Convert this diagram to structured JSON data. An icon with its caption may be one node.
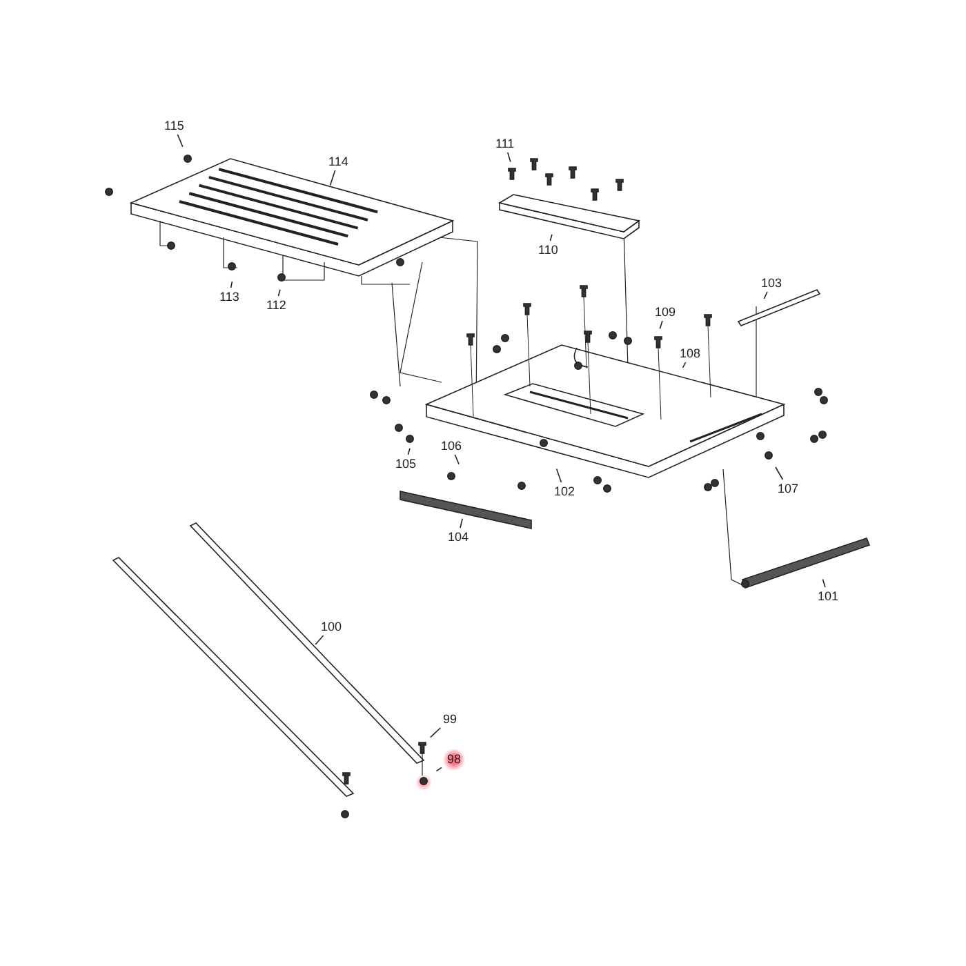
{
  "diagram": {
    "nodes": [
      {
        "text": [
          "115"
        ]
      },
      {
        "text": [
          "111"
        ]
      },
      {
        "text": [
          "114"
        ]
      },
      {
        "text": [
          "110"
        ]
      },
      {
        "text": [
          "103"
        ]
      },
      {
        "text": [
          "113"
        ]
      },
      {
        "text": [
          "112"
        ]
      },
      {
        "text": [
          "109"
        ]
      },
      {
        "text": [
          "108"
        ]
      },
      {
        "text": [
          "106"
        ]
      },
      {
        "text": [
          "105"
        ]
      },
      {
        "text": [
          "102"
        ]
      },
      {
        "text": [
          "107"
        ]
      },
      {
        "text": [
          "104"
        ]
      },
      {
        "text": [
          "101"
        ]
      },
      {
        "text": [
          "100"
        ]
      },
      {
        "text": [
          "99"
        ]
      },
      {
        "text": [
          "98"
        ]
      }
    ],
    "edges": [
      {
        "from": 0,
        "to": null,
        "arrow": "none"
      },
      {
        "from": 1,
        "to": null,
        "arrow": "none"
      },
      {
        "from": 2,
        "to": null,
        "arrow": "none"
      },
      {
        "from": 3,
        "to": null,
        "arrow": "none"
      },
      {
        "from": 4,
        "to": null,
        "arrow": "none"
      },
      {
        "from": 5,
        "to": null,
        "arrow": "none"
      },
      {
        "from": 6,
        "to": null,
        "arrow": "none"
      },
      {
        "from": 7,
        "to": null,
        "arrow": "none"
      },
      {
        "from": 8,
        "to": null,
        "arrow": "none"
      },
      {
        "from": 9,
        "to": null,
        "arrow": "none"
      },
      {
        "from": 10,
        "to": null,
        "arrow": "none"
      },
      {
        "from": 11,
        "to": null,
        "arrow": "none"
      },
      {
        "from": 12,
        "to": null,
        "arrow": "none"
      },
      {
        "from": 13,
        "to": null,
        "arrow": "none"
      },
      {
        "from": 14,
        "to": null,
        "arrow": "none"
      },
      {
        "from": 15,
        "to": null,
        "arrow": "none"
      },
      {
        "from": 16,
        "to": null,
        "arrow": "none"
      },
      {
        "from": 17,
        "to": null,
        "arrow": "none"
      }
    ]
  }
}
